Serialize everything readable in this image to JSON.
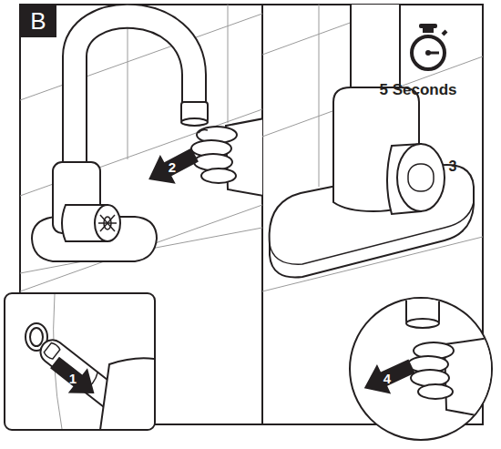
{
  "diagram": {
    "nodes": [
      {
        "text": [
          "B"
        ]
      }
    ],
    "labels": [
      "5 Seconds",
      "2",
      "3",
      "1",
      "4"
    ]
  }
}
